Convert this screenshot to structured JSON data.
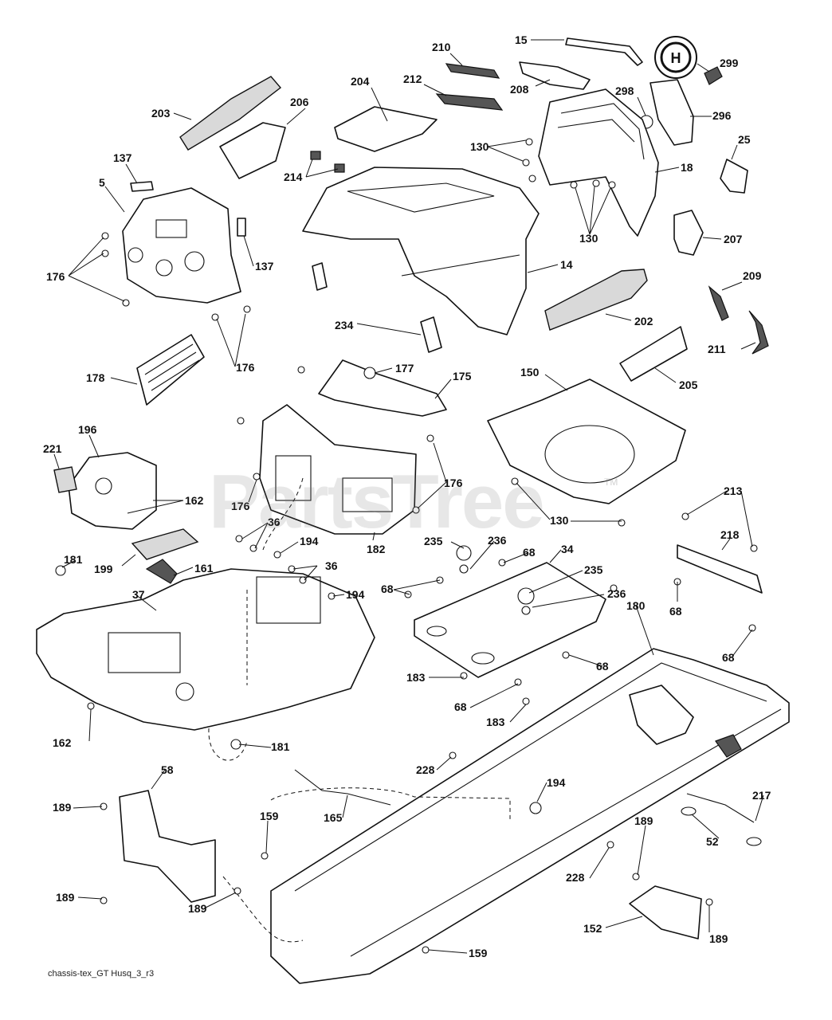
{
  "watermark": "PartsTree",
  "watermark_mark": "TM",
  "footer_code": "chassis-tex_GT Husq_3_r3",
  "logo_letter": "H",
  "callouts": [
    {
      "id": "c15",
      "text": "15"
    },
    {
      "id": "c210",
      "text": "210"
    },
    {
      "id": "c299",
      "text": "299"
    },
    {
      "id": "c204",
      "text": "204"
    },
    {
      "id": "c212",
      "text": "212"
    },
    {
      "id": "c208",
      "text": "208"
    },
    {
      "id": "c298",
      "text": "298"
    },
    {
      "id": "c296",
      "text": "296"
    },
    {
      "id": "c203",
      "text": "203"
    },
    {
      "id": "c206",
      "text": "206"
    },
    {
      "id": "c130a",
      "text": "130"
    },
    {
      "id": "c25",
      "text": "25"
    },
    {
      "id": "c137a",
      "text": "137"
    },
    {
      "id": "c214",
      "text": "214"
    },
    {
      "id": "c18",
      "text": "18"
    },
    {
      "id": "c5",
      "text": "5"
    },
    {
      "id": "c130b",
      "text": "130"
    },
    {
      "id": "c207",
      "text": "207"
    },
    {
      "id": "c137b",
      "text": "137"
    },
    {
      "id": "c176a",
      "text": "176"
    },
    {
      "id": "c14",
      "text": "14"
    },
    {
      "id": "c209",
      "text": "209"
    },
    {
      "id": "c202",
      "text": "202"
    },
    {
      "id": "c234",
      "text": "234"
    },
    {
      "id": "c211",
      "text": "211"
    },
    {
      "id": "c176b",
      "text": "176"
    },
    {
      "id": "c177",
      "text": "177"
    },
    {
      "id": "c178",
      "text": "178"
    },
    {
      "id": "c175",
      "text": "175"
    },
    {
      "id": "c150",
      "text": "150"
    },
    {
      "id": "c205",
      "text": "205"
    },
    {
      "id": "c196",
      "text": "196"
    },
    {
      "id": "c221",
      "text": "221"
    },
    {
      "id": "c176c",
      "text": "176"
    },
    {
      "id": "c162a",
      "text": "162"
    },
    {
      "id": "c176d",
      "text": "176"
    },
    {
      "id": "c130c",
      "text": "130"
    },
    {
      "id": "c213",
      "text": "213"
    },
    {
      "id": "c36a",
      "text": "36"
    },
    {
      "id": "c182",
      "text": "182"
    },
    {
      "id": "c218",
      "text": "218"
    },
    {
      "id": "c236a",
      "text": "236"
    },
    {
      "id": "c235a",
      "text": "235"
    },
    {
      "id": "c68a",
      "text": "68"
    },
    {
      "id": "c194a",
      "text": "194"
    },
    {
      "id": "c181a",
      "text": "181"
    },
    {
      "id": "c34",
      "text": "34"
    },
    {
      "id": "c199",
      "text": "199"
    },
    {
      "id": "c161",
      "text": "161"
    },
    {
      "id": "c36b",
      "text": "36"
    },
    {
      "id": "c235b",
      "text": "235"
    },
    {
      "id": "c68b",
      "text": "68"
    },
    {
      "id": "c37",
      "text": "37"
    },
    {
      "id": "c194b",
      "text": "194"
    },
    {
      "id": "c236b",
      "text": "236"
    },
    {
      "id": "c68c",
      "text": "68"
    },
    {
      "id": "c180",
      "text": "180"
    },
    {
      "id": "c68d",
      "text": "68"
    },
    {
      "id": "c68e",
      "text": "68"
    },
    {
      "id": "c183a",
      "text": "183"
    },
    {
      "id": "c68f",
      "text": "68"
    },
    {
      "id": "c183b",
      "text": "183"
    },
    {
      "id": "c162b",
      "text": "162"
    },
    {
      "id": "c181b",
      "text": "181"
    },
    {
      "id": "c228a",
      "text": "228"
    },
    {
      "id": "c58",
      "text": "58"
    },
    {
      "id": "c194c",
      "text": "194"
    },
    {
      "id": "c217",
      "text": "217"
    },
    {
      "id": "c189a",
      "text": "189"
    },
    {
      "id": "c159a",
      "text": "159"
    },
    {
      "id": "c165",
      "text": "165"
    },
    {
      "id": "c52",
      "text": "52"
    },
    {
      "id": "c189b",
      "text": "189"
    },
    {
      "id": "c228b",
      "text": "228"
    },
    {
      "id": "c189c",
      "text": "189"
    },
    {
      "id": "c189d",
      "text": "189"
    },
    {
      "id": "c152",
      "text": "152"
    },
    {
      "id": "c159b",
      "text": "159"
    },
    {
      "id": "c189e",
      "text": "189"
    }
  ]
}
